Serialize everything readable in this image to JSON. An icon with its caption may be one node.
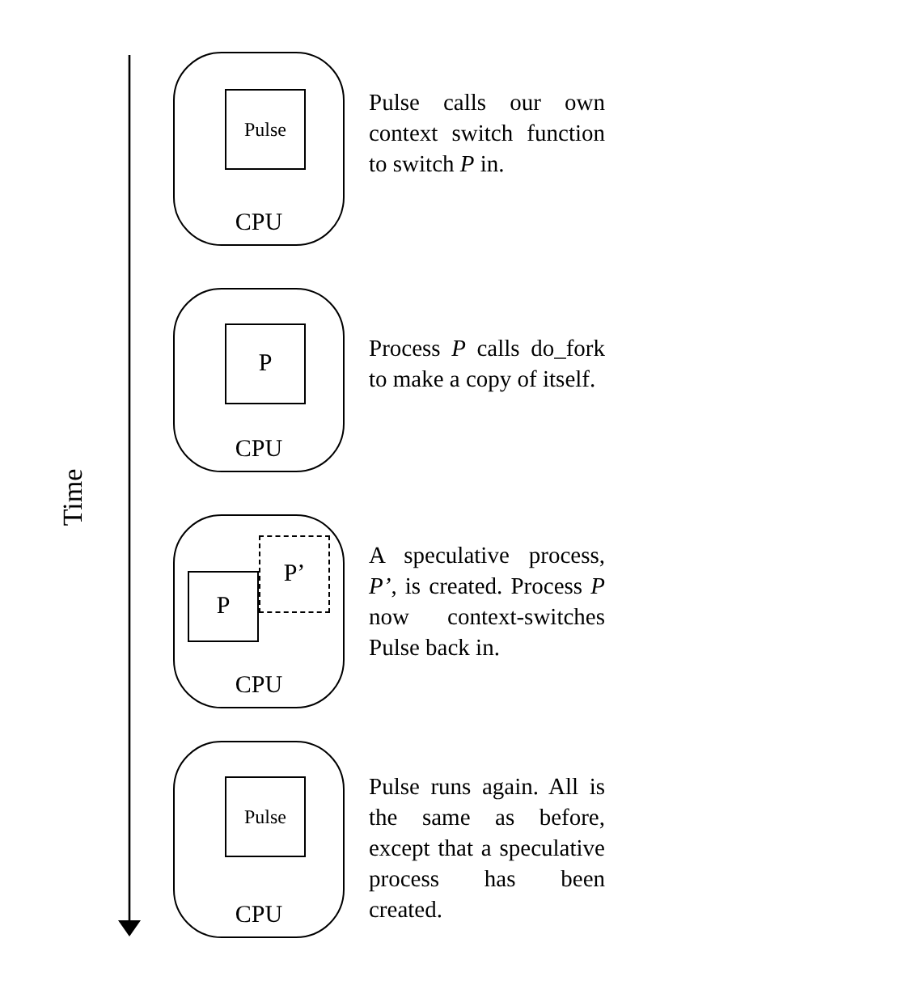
{
  "diagram": {
    "nodes": [
      {
        "text": [
          "CPU"
        ]
      },
      {
        "text": [
          "Pulse"
        ],
        "in": 0
      },
      {
        "text": [
          "CPU"
        ]
      },
      {
        "text": [
          "P"
        ],
        "in": 2
      },
      {
        "text": [
          "CPU"
        ]
      },
      {
        "text": [
          "P"
        ],
        "in": 4
      },
      {
        "text": [
          "P’"
        ],
        "in": 4
      },
      {
        "text": [
          "CPU"
        ]
      },
      {
        "text": [
          "Pulse"
        ],
        "in": 7
      }
    ],
    "edges": [],
    "labels": [
      "Pulse calls our own context switch function to switch *P* in.",
      "Process *P* calls do_fork to make a copy of itself.",
      "Time",
      "A speculative process, *P’*, is created. Process *P* now context-switches Pulse back in.",
      "Pulse runs again. All is the same as before, except that a speculative process has been created."
    ]
  }
}
